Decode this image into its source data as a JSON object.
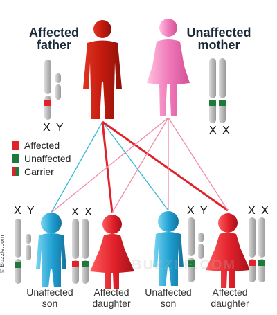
{
  "title_father": [
    "Affected",
    "father"
  ],
  "title_mother": [
    "Unaffected",
    "mother"
  ],
  "father_chromosomes": "X Y",
  "mother_chromosomes": "X X",
  "legend": [
    {
      "label": "Affected",
      "color": "#e0232b"
    },
    {
      "label": "Unaffected",
      "color": "#1e7a3a"
    },
    {
      "label": "Carrier",
      "colors": [
        "#e0232b",
        "#1e7a3a"
      ]
    }
  ],
  "children": [
    {
      "caption": [
        "Unaffected",
        "son"
      ],
      "chromosomes": "X Y",
      "figure": "son-unaffected-icon"
    },
    {
      "caption": [
        "Affected",
        "daughter"
      ],
      "chromosomes": "X X",
      "figure": "daughter-affected-icon"
    },
    {
      "caption": [
        "Unaffected",
        "son"
      ],
      "chromosomes": "X Y",
      "figure": "son-unaffected-icon"
    },
    {
      "caption": [
        "Affected",
        "daughter"
      ],
      "chromosomes": "X X",
      "figure": "daughter-affected-icon"
    }
  ],
  "credit": "© Buzzle.com",
  "watermark": "BUZZLE.COM",
  "colors": {
    "affected": "#e0232b",
    "unaffected": "#1e7a3a",
    "father": "#c81e10",
    "mother": "#ef79b8",
    "son": "#1c9fd0",
    "daughter": "#e0202a",
    "chromosome": "#b8b8b8",
    "line_blue": "#31b7d8",
    "line_pink": "#f08aa8",
    "line_red": "#e0232b"
  }
}
